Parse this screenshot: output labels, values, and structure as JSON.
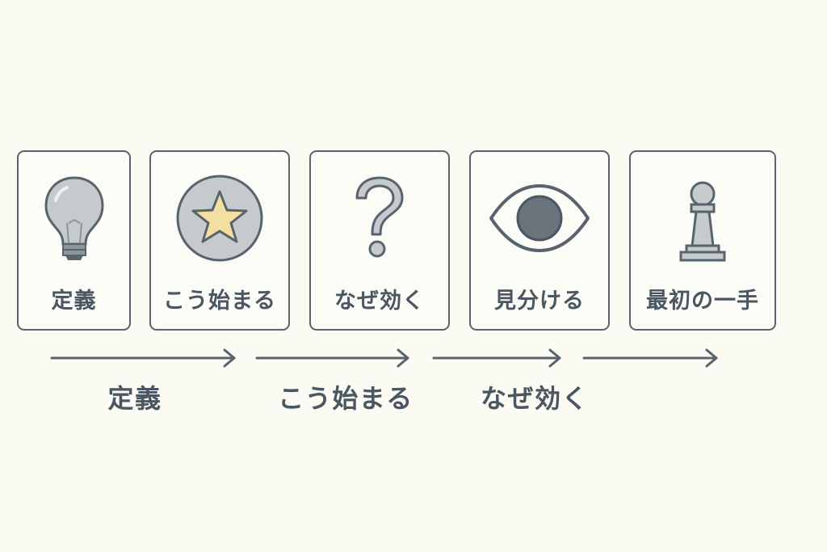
{
  "cards": [
    {
      "label": "定義",
      "icon": "lightbulb-icon"
    },
    {
      "label": "こう始まる",
      "icon": "star-icon"
    },
    {
      "label": "なぜ効く",
      "icon": "question-mark-icon"
    },
    {
      "label": "見分ける",
      "icon": "eye-icon"
    },
    {
      "label": "最初の一手",
      "icon": "chess-pawn-icon"
    }
  ],
  "flow_labels": [
    "定義",
    "こう始まる",
    "なぜ効く"
  ],
  "colors": {
    "background": "#fbfbf3",
    "stroke": "#59636e",
    "text": "#4b5663",
    "icon_fill": "#c5cbcd",
    "star_fill": "#f3dfa0",
    "pupil_fill": "#6a737c"
  }
}
